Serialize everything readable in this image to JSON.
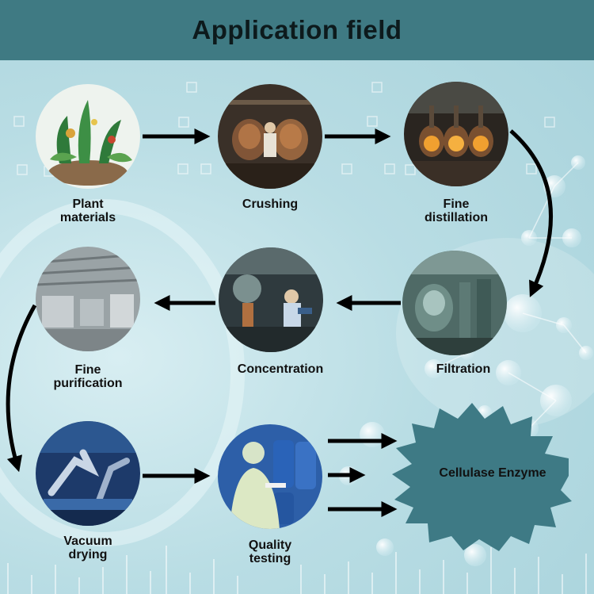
{
  "header": {
    "title": "Application field"
  },
  "steps": [
    {
      "label": "Plant\nmaterials",
      "image": "plants-photo"
    },
    {
      "label": "Crushing",
      "image": "crushing-machine-photo"
    },
    {
      "label": "Fine\ndistillation",
      "image": "distillation-photo"
    },
    {
      "label": "Filtration",
      "image": "filtration-photo"
    },
    {
      "label": "Concentration",
      "image": "concentration-photo"
    },
    {
      "label": "Fine\npurification",
      "image": "factory-photo"
    },
    {
      "label": "Vacuum\ndrying",
      "image": "robot-arm-photo"
    },
    {
      "label": "Quality\ntesting",
      "image": "worker-photo"
    }
  ],
  "product": {
    "label": "Cellulase Enzyme"
  },
  "colors": {
    "header": "#3f7a83",
    "star": "#3e7a85",
    "arrow": "#000000"
  }
}
